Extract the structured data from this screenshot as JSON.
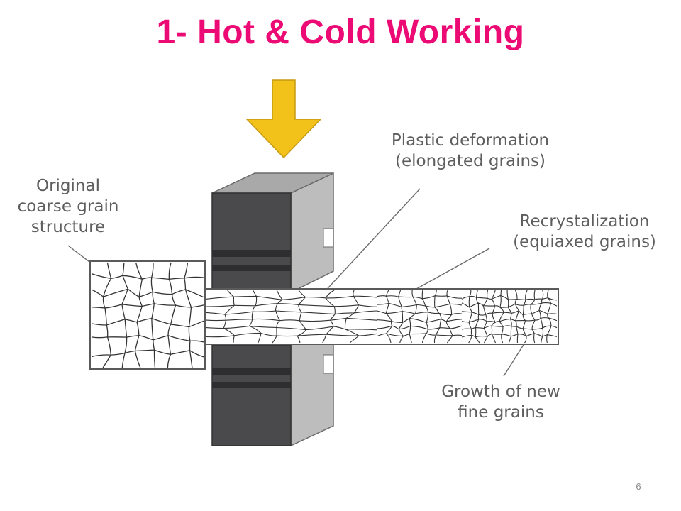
{
  "slide": {
    "title": "1- Hot & Cold Working",
    "page_number": "6"
  },
  "labels": {
    "original": [
      "Original",
      "coarse grain",
      "structure"
    ],
    "plastic": [
      "Plastic deformation",
      "(elongated grains)"
    ],
    "recrystallization": [
      "Recrystalization",
      "(equiaxed grains)"
    ],
    "growth": [
      "Growth of new",
      "fine grains"
    ]
  },
  "colors": {
    "title": "#ec0b74",
    "arrow": "#f2c21b",
    "roller_front": "#4a4a4c",
    "roller_side": "#bdbdbd",
    "label_text": "#5e5e5e",
    "outline": "#555555"
  },
  "icons": {
    "press_arrow": "down-arrow-icon"
  }
}
